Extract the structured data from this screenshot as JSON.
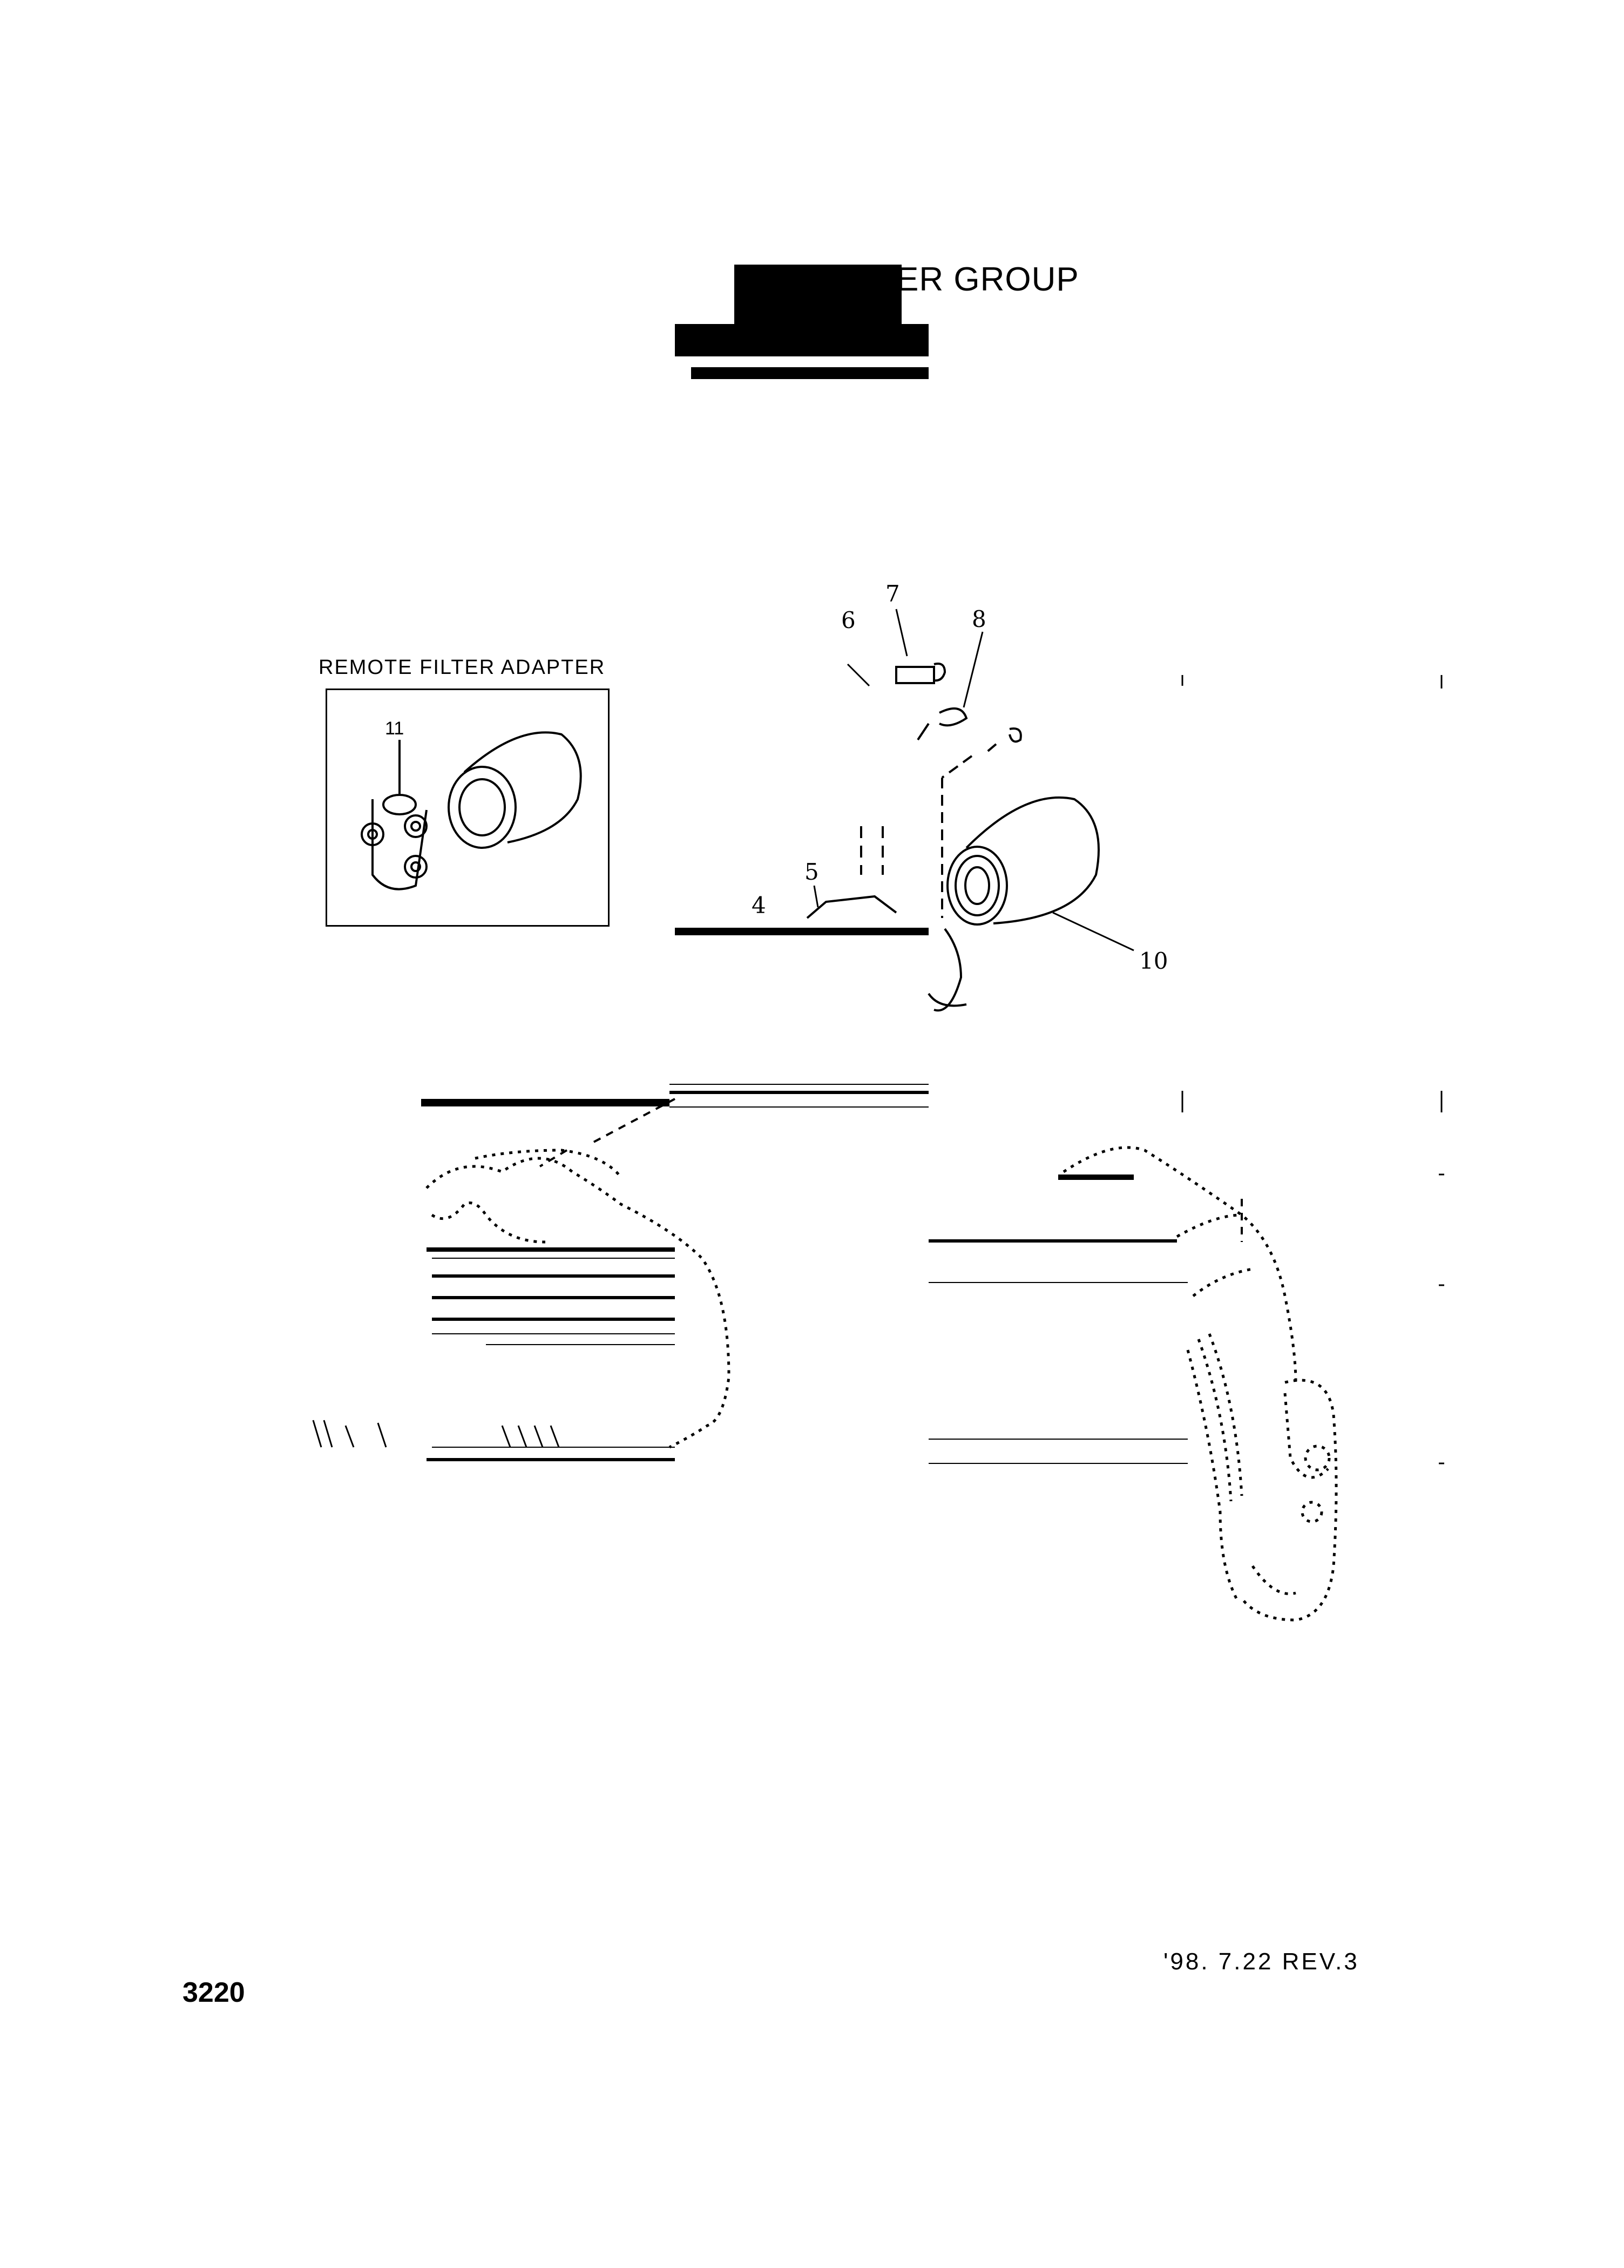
{
  "header": {
    "title": "ER GROUP"
  },
  "inset": {
    "label": "REMOTE FILTER ADAPTER",
    "callout": "11"
  },
  "callouts": {
    "c4": "4",
    "c5": "5",
    "c6": "6",
    "c7": "7",
    "c8": "8",
    "c10": "10"
  },
  "footer": {
    "page_number": "3220",
    "revision": "'98. 7.22  REV.3"
  }
}
